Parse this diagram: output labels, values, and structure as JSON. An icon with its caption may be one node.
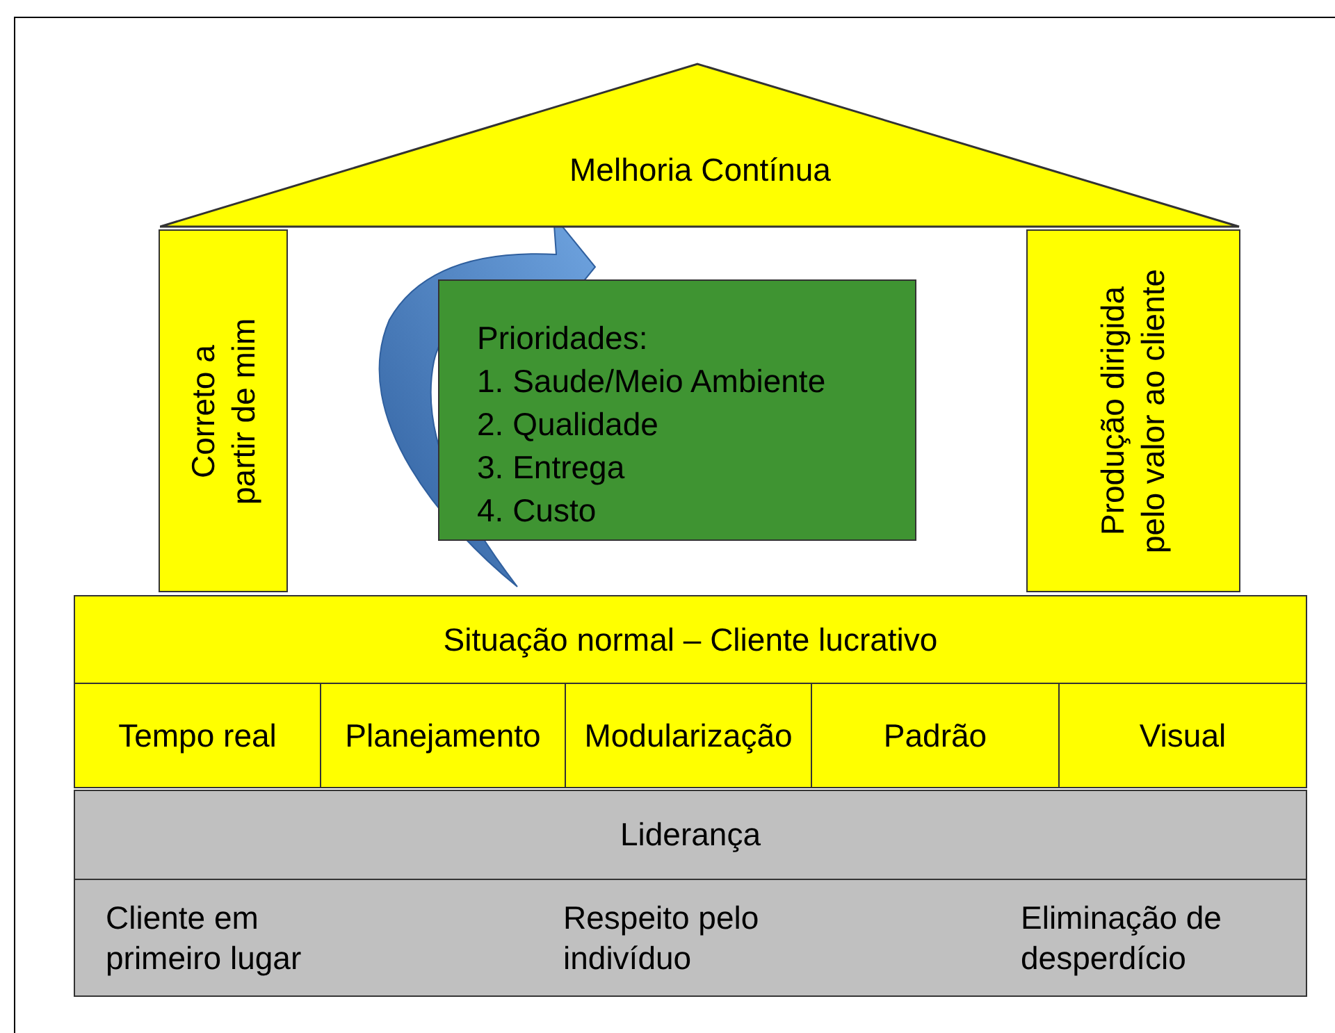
{
  "diagram": {
    "nodes": [
      {
        "text": [
          "Melhoria Contínua"
        ]
      },
      {
        "text": [
          "Correto a partir de mim"
        ]
      },
      {
        "text": [
          "Prioridades:",
          "1. Saude/Meio Ambiente",
          "2. Qualidade",
          "3. Entrega",
          "4. Custo"
        ]
      },
      {
        "text": [
          "Produção dirigida pelo valor ao cliente"
        ]
      },
      {
        "text": [
          "Situação normal – Cliente lucrativo"
        ]
      },
      {
        "text": [
          "Tempo real"
        ]
      },
      {
        "text": [
          "Planejamento"
        ]
      },
      {
        "text": [
          "Modularização"
        ]
      },
      {
        "text": [
          "Padrão"
        ]
      },
      {
        "text": [
          "Visual"
        ]
      },
      {
        "text": [
          "Liderança"
        ]
      },
      {
        "text": [
          "Cliente em primeiro lugar",
          "Respeito pelo indivíduo",
          "Eliminação de desperdício"
        ]
      }
    ],
    "edges": []
  }
}
